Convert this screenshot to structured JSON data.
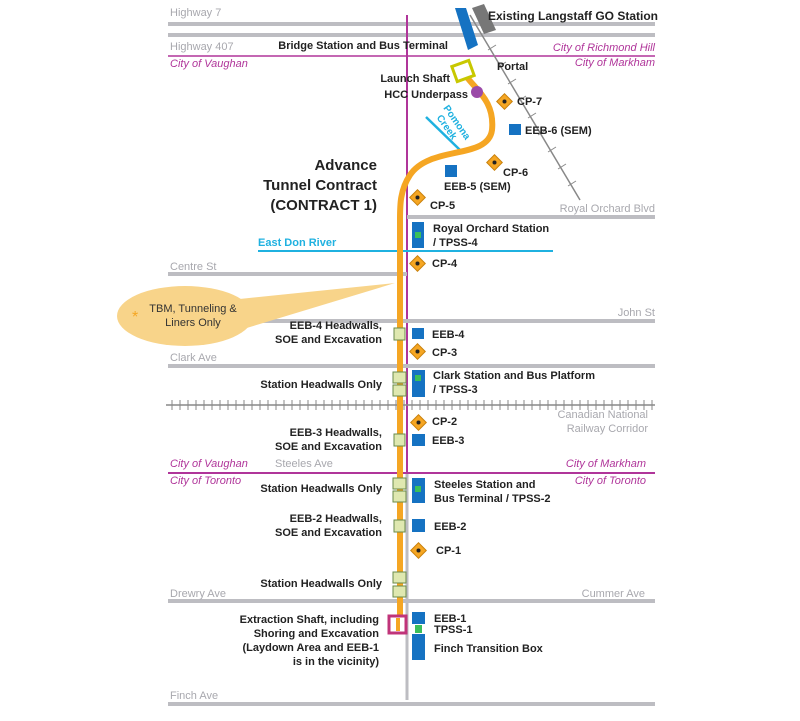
{
  "roads": {
    "highway7": "Highway 7",
    "highway407": "Highway 407",
    "royal_orchard": "Royal Orchard Blvd",
    "centre": "Centre St",
    "john": "John St",
    "clark": "Clark Ave",
    "steeles": "Steeles Ave",
    "drewry": "Drewry Ave",
    "cummer": "Cummer Ave",
    "finch": "Finch Ave",
    "railway_line1": "Canadian National",
    "railway_line2": "Railway Corridor"
  },
  "cities": {
    "vaughan_top": "City of Vaughan",
    "richmond_hill": "City of Richmond Hill",
    "markham_top": "City of Markham",
    "vaughan_bottom": "City of Vaughan",
    "markham_bottom": "City of Markham",
    "toronto_left": "City of Toronto",
    "toronto_right": "City of Toronto"
  },
  "water": {
    "pomona1": "Pomona",
    "pomona2": "Creek",
    "east_don": "East Don River"
  },
  "title": {
    "line1": "Advance",
    "line2": "Tunnel Contract",
    "line3": "(CONTRACT 1)"
  },
  "callout": {
    "line1": "TBM, Tunneling &",
    "line2": "Liners Only"
  },
  "labels": {
    "langstaff": "Existing Langstaff GO Station",
    "bridge": "Bridge Station and Bus Terminal",
    "portal": "Portal",
    "launch": "Launch Shaft",
    "hcc": "HCC Underpass",
    "cp7": "CP-7",
    "eeb6": "EEB-6 (SEM)",
    "cp6": "CP-6",
    "eeb5": "EEB-5 (SEM)",
    "cp5": "CP-5",
    "royal_station1": "Royal Orchard Station",
    "royal_station2": "/ TPSS-4",
    "cp4": "CP-4",
    "eeb4_hw1": "EEB-4 Headwalls,",
    "eeb4_hw2": "SOE and Excavation",
    "eeb4": "EEB-4",
    "cp3": "CP-3",
    "clark_hw": "Station Headwalls Only",
    "clark_station1": "Clark Station and Bus Platform",
    "clark_station2": "/ TPSS-3",
    "cp2": "CP-2",
    "eeb3_hw1": "EEB-3 Headwalls,",
    "eeb3_hw2": "SOE and Excavation",
    "eeb3": "EEB-3",
    "steeles_hw": "Station Headwalls Only",
    "steeles_station1": "Steeles Station and",
    "steeles_station2": "Bus Terminal / TPSS-2",
    "eeb2_hw1": "EEB-2 Headwalls,",
    "eeb2_hw2": "SOE and Excavation",
    "eeb2": "EEB-2",
    "cp1": "CP-1",
    "cummer_hw": "Station Headwalls Only",
    "extraction1": "Extraction Shaft, including",
    "extraction2": "Shoring and Excavation",
    "extraction3": "(Laydown Area and EEB-1",
    "extraction4": "is in the vicinity)",
    "eeb1": "EEB-1",
    "tpss1": "TPSS-1",
    "finch_box": "Finch Transition Box"
  },
  "colors": {
    "tunnel": "#f5a623",
    "boundary": "#b0359a",
    "eeb": "#1572c2",
    "water": "#1fb1e0",
    "road": "#bdbdc2"
  }
}
